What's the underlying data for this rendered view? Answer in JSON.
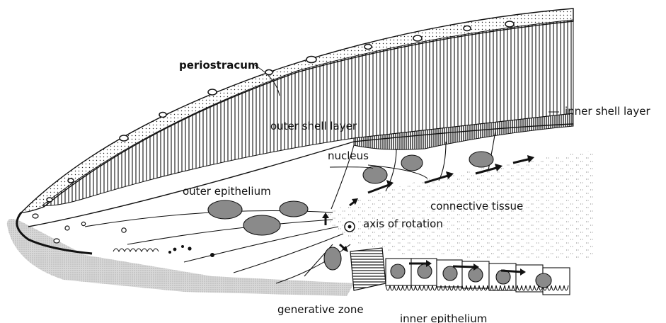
{
  "labels": {
    "periostracum": "periostracum",
    "outer_shell_layer": "outer shell layer",
    "inner_shell_layer": "inner shell layer",
    "nucleus": "nucleus",
    "outer_epithelium": "outer epithelium",
    "connective_tissue": "connective tissue",
    "axis_of_rotation": "axis of rotation",
    "generative_zone": "generative zone",
    "inner_epithelium": "inner epithelium"
  },
  "colors": {
    "ink": "#111111",
    "shadow": "#c8c8c8",
    "paper": "#ffffff"
  }
}
